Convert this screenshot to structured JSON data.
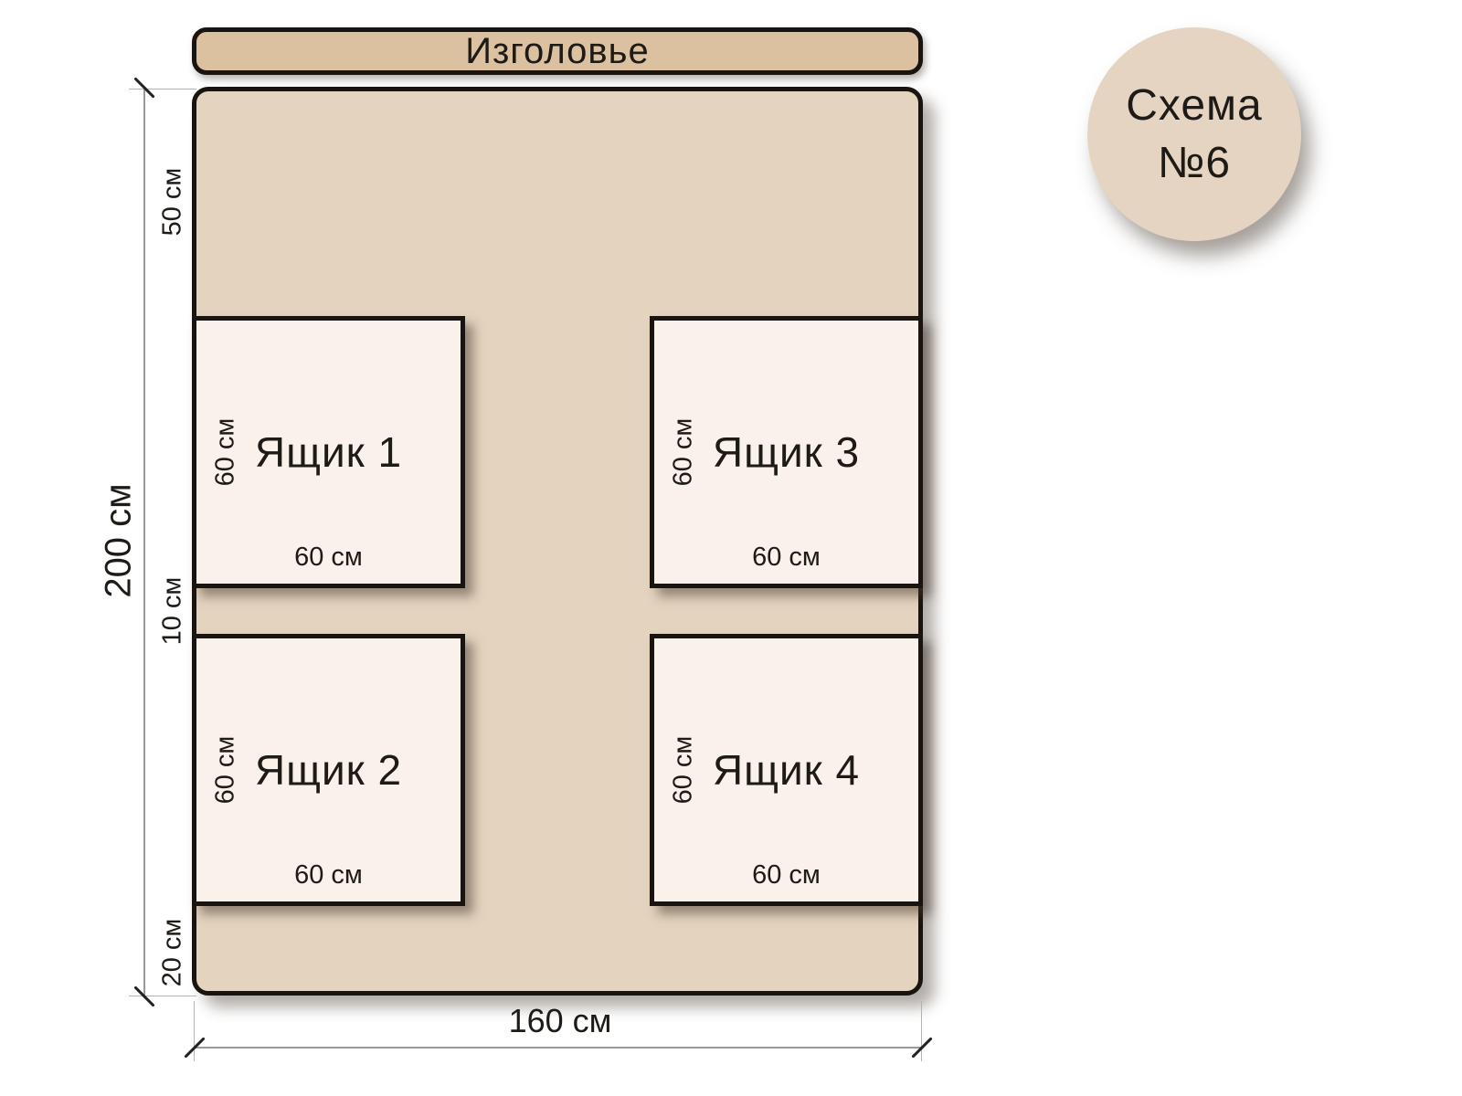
{
  "badge": {
    "title_line1": "Схема",
    "title_line2": "№6"
  },
  "headboard": {
    "label": "Изголовье"
  },
  "dimensions": {
    "bed_width": "160 см",
    "bed_height": "200 см",
    "top_offset": "50 см",
    "middle_gap": "10 см",
    "bottom_offset": "20 см"
  },
  "drawers": [
    {
      "label": "Ящик 1",
      "width_label": "60 см",
      "height_label": "60 см"
    },
    {
      "label": "Ящик 2",
      "width_label": "60 см",
      "height_label": "60 см"
    },
    {
      "label": "Ящик 3",
      "width_label": "60 см",
      "height_label": "60 см"
    },
    {
      "label": "Ящик 4",
      "width_label": "60 см",
      "height_label": "60 см"
    }
  ],
  "colors": {
    "background": "#ffffff",
    "headboard_fill": "#dcc1a0",
    "bed_fill": "#e4d3be",
    "drawer_fill": "#faf1ea",
    "badge_fill": "#e6d4c3",
    "outline": "#1a1410",
    "dimension_line": "#9a9a9a",
    "text": "#1e1a16"
  }
}
